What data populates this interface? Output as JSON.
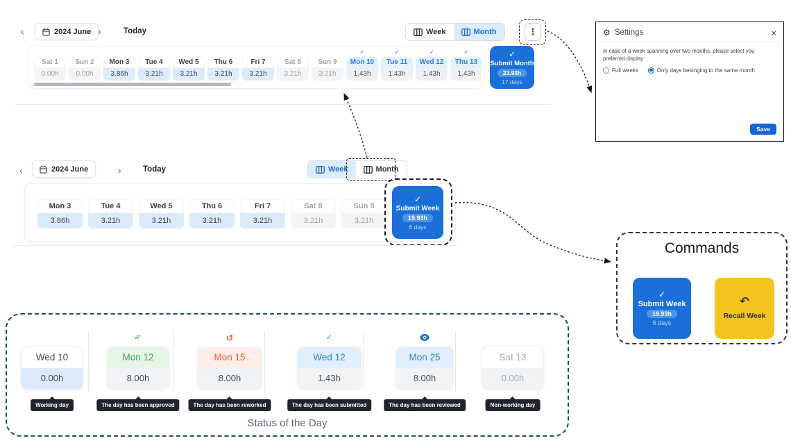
{
  "icons": {
    "check": "✓",
    "kebab": "⋮",
    "gear": "⚙",
    "close": "×",
    "chevron_left": "‹",
    "chevron_right": "›",
    "rework": "↺",
    "recall": "↶"
  },
  "colors": {
    "primary_blue": "#1b6fd9",
    "active_toggle_bg": "#dcecfd",
    "working_hours_bg": "#dcebfc",
    "submitted_day_bg": "#e3f0fd",
    "weekend_bg": "#f2f4f6",
    "recall_yellow": "#f6c21e",
    "approved_green": "#43a047",
    "reworked_orange": "#ef5b33",
    "tooltip_bg": "#20252d",
    "status_box_dash": "#1d4e70"
  },
  "month_view": {
    "nav": {
      "date": "2024 June",
      "today_label": "Today"
    },
    "toggle": {
      "week_label": "Week",
      "month_label": "Month",
      "active": "Month"
    },
    "days": [
      {
        "name": "Sat 1",
        "hours": "0.00h",
        "state": "weekend"
      },
      {
        "name": "Sun 2",
        "hours": "0.00h",
        "state": "weekend"
      },
      {
        "name": "Mon 3",
        "hours": "3.86h",
        "state": "working"
      },
      {
        "name": "Tue 4",
        "hours": "3.21h",
        "state": "working"
      },
      {
        "name": "Wed 5",
        "hours": "3.21h",
        "state": "working"
      },
      {
        "name": "Thu 6",
        "hours": "3.21h",
        "state": "working"
      },
      {
        "name": "Fri 7",
        "hours": "3.21h",
        "state": "working"
      },
      {
        "name": "Sat 8",
        "hours": "3.21h",
        "state": "weekend"
      },
      {
        "name": "Sun 9",
        "hours": "3.21h",
        "state": "weekend"
      },
      {
        "name": "Mon 10",
        "hours": "1.43h",
        "state": "submitted"
      },
      {
        "name": "Tue 11",
        "hours": "1.43h",
        "state": "submitted"
      },
      {
        "name": "Wed 12",
        "hours": "1.43h",
        "state": "submitted"
      },
      {
        "name": "Thu 13",
        "hours": "1.43h",
        "state": "submitted"
      }
    ],
    "submit": {
      "label": "Submit Month",
      "total": "23.93h",
      "days_count": "17 days"
    }
  },
  "week_view": {
    "nav": {
      "date": "2024 June",
      "today_label": "Today"
    },
    "toggle": {
      "week_label": "Week",
      "month_label": "Month",
      "active": "Week"
    },
    "days": [
      {
        "name": "Mon 3",
        "hours": "3.86h",
        "state": "working"
      },
      {
        "name": "Tue 4",
        "hours": "3.21h",
        "state": "working"
      },
      {
        "name": "Wed 5",
        "hours": "3.21h",
        "state": "working"
      },
      {
        "name": "Thu 6",
        "hours": "3.21h",
        "state": "working"
      },
      {
        "name": "Fri 7",
        "hours": "3.21h",
        "state": "working"
      },
      {
        "name": "Sat 8",
        "hours": "3.21h",
        "state": "weekend"
      },
      {
        "name": "Sun 9",
        "hours": "3.21h",
        "state": "weekend"
      }
    ],
    "submit": {
      "label": "Submit Week",
      "total": "19.93h",
      "days_count": "6 days"
    }
  },
  "settings_panel": {
    "title": "Settings",
    "description": "In case of a week spanning over two months, please select you preferred display:",
    "options": [
      {
        "label": "Full weeks",
        "selected": false
      },
      {
        "label": "Only days belonging to the same month",
        "selected": true
      }
    ],
    "save_label": "Save"
  },
  "commands_panel": {
    "title": "Commands",
    "submit": {
      "label": "Submit Week",
      "total": "19.93h",
      "days_count": "6 days"
    },
    "recall": {
      "label": "Recall Week"
    }
  },
  "status_section": {
    "caption": "Status of the Day",
    "items": [
      {
        "name": "Wed 10",
        "hours": "0.00h",
        "status": "working",
        "tooltip": "Working day"
      },
      {
        "name": "Mon 12",
        "hours": "8.00h",
        "status": "approved",
        "tooltip": "The day has been approved"
      },
      {
        "name": "Mon 15",
        "hours": "8.00h",
        "status": "reworked",
        "tooltip": "The day has been reworked"
      },
      {
        "name": "Wed 12",
        "hours": "1.43h",
        "status": "submitted2",
        "tooltip": "The day has been submitted"
      },
      {
        "name": "Mon 25",
        "hours": "8.00h",
        "status": "reviewed",
        "tooltip": "The day has been reviewed"
      },
      {
        "name": "Sat 13",
        "hours": "0.00h",
        "status": "nonworking",
        "tooltip": "Non-working day"
      }
    ]
  }
}
